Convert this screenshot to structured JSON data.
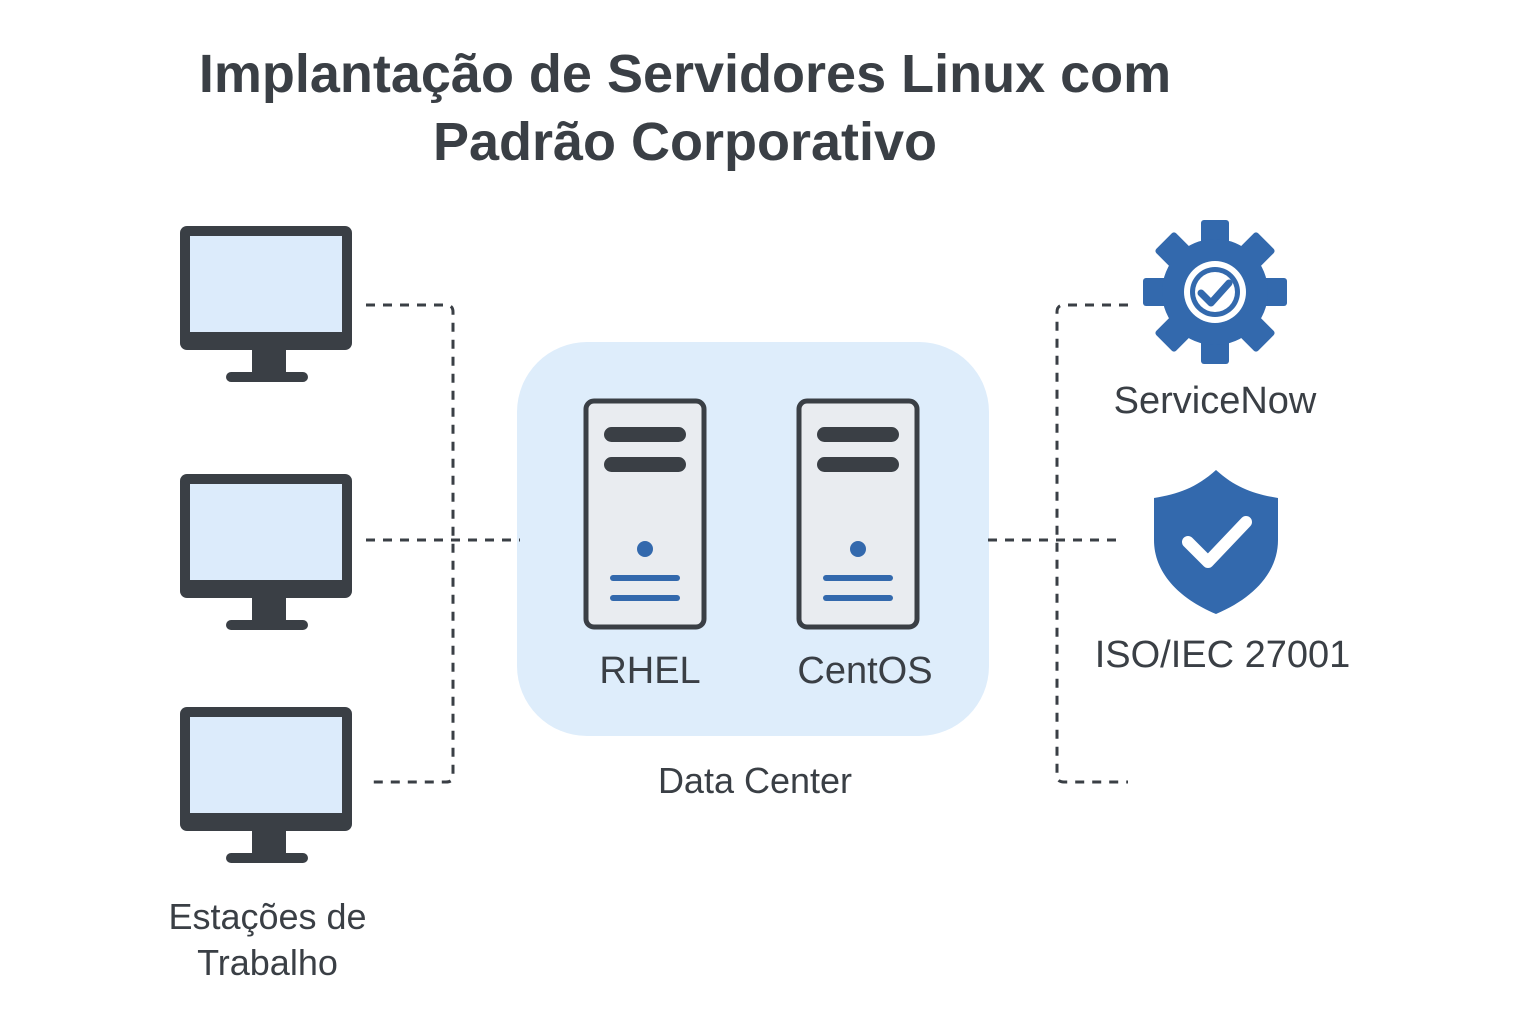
{
  "title": {
    "line1": "Implantação de Servidores Linux com",
    "line2": "Padrão Corporativo"
  },
  "workstations": {
    "label_line1": "Estações de",
    "label_line2": "Trabalho",
    "count": 3,
    "icon": "monitor-icon"
  },
  "datacenter": {
    "label": "Data Center",
    "servers": [
      {
        "label": "RHEL",
        "icon": "server-icon"
      },
      {
        "label": "CentOS",
        "icon": "server-icon"
      }
    ]
  },
  "right": {
    "servicenow": {
      "label": "ServiceNow",
      "icon": "gear-check-icon"
    },
    "iso": {
      "label": "ISO/IEC 27001",
      "icon": "shield-check-icon"
    }
  },
  "colors": {
    "dark": "#3a3f45",
    "screen": "#dcebfb",
    "panel": "#deedfb",
    "accent": "#3369ad",
    "server_body": "#e9ecf0"
  }
}
